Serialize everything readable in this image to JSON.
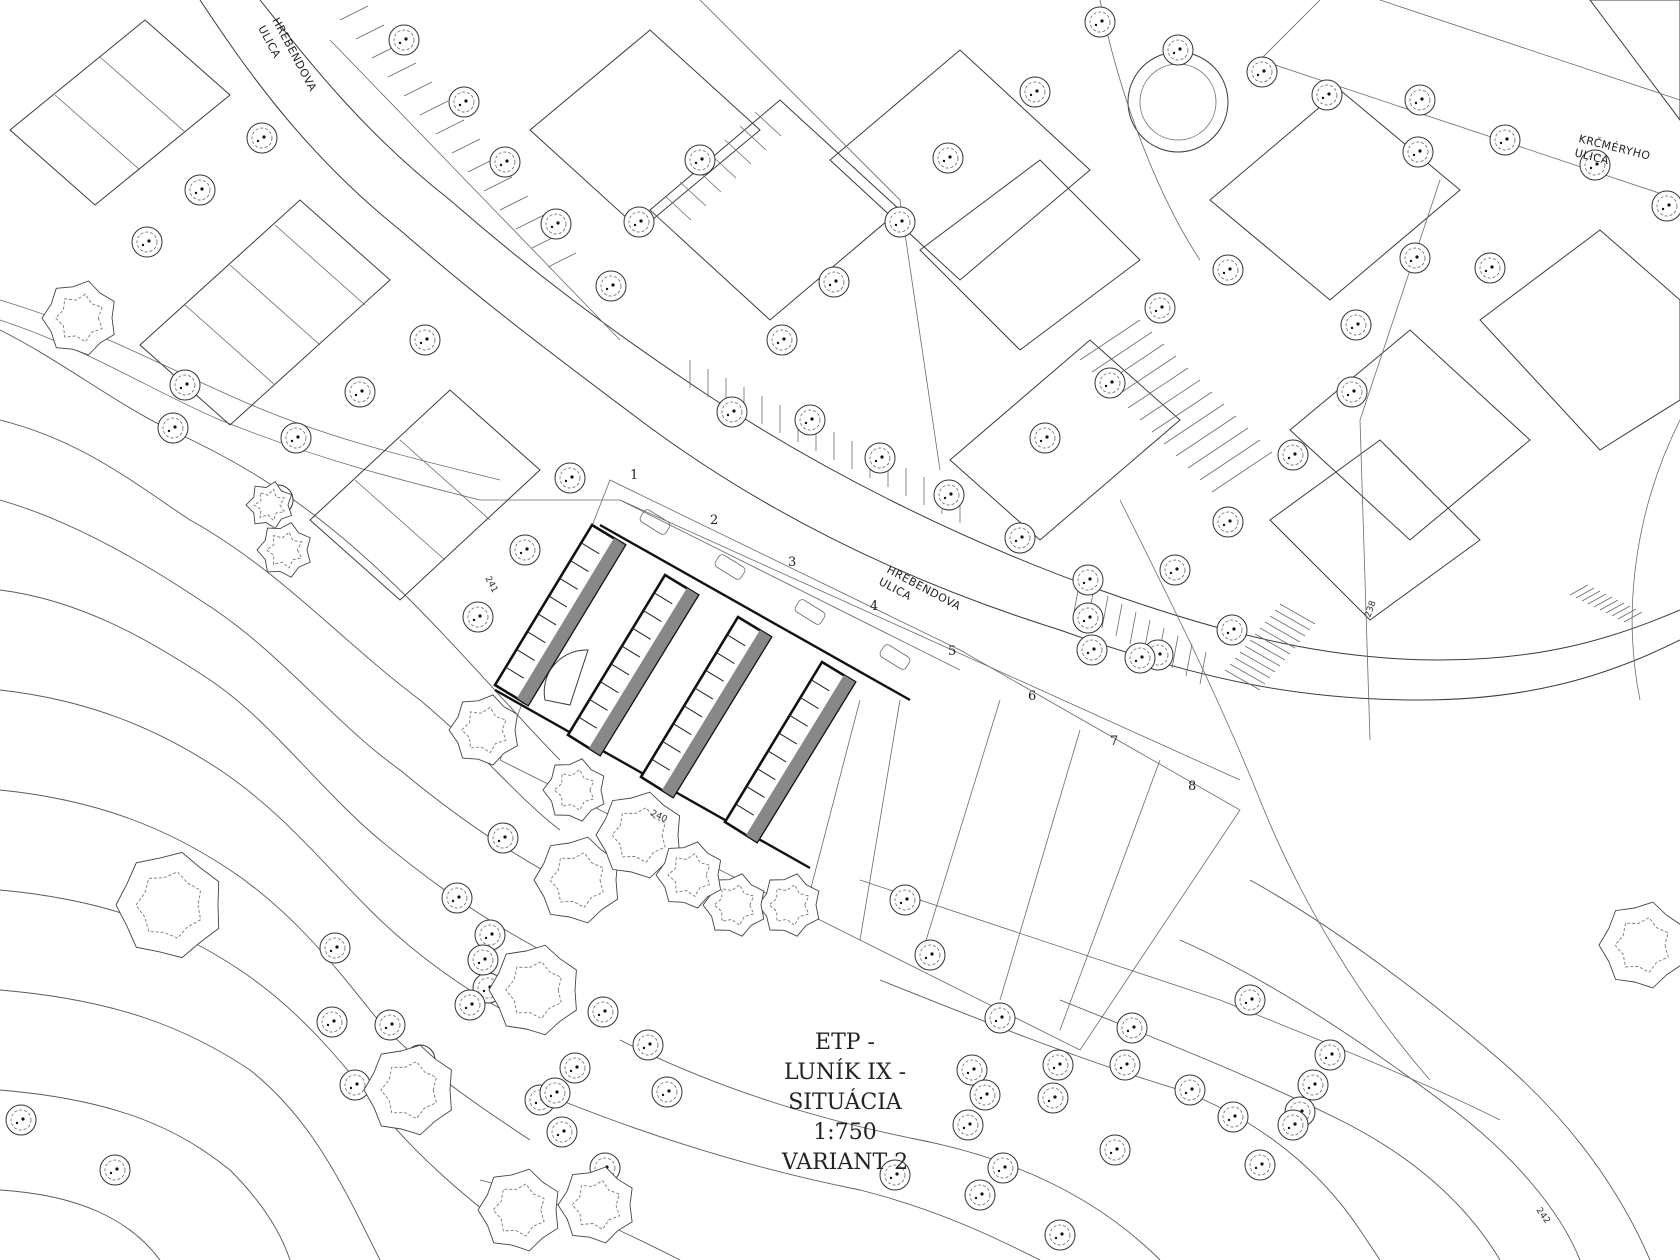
{
  "title_block": {
    "line1": "ETP -",
    "line2": "LUNÍK IX -",
    "line3": "SITUÁCIA",
    "scale": "1:750",
    "variant": "VARIANT 2"
  },
  "streets": {
    "hrebendova_top": "HREBENDOVA ULICA",
    "hrebendova_mid": "HREBENDOVA ULICA",
    "krcmeryho": "KRČMÉRYHO ULICA"
  },
  "parcel_numbers": [
    "1",
    "2",
    "3",
    "4",
    "5",
    "6",
    "7",
    "8"
  ],
  "elevations": [
    "241",
    "238",
    "240",
    "242"
  ],
  "colors": {
    "line": "#3c3c3c",
    "background": "#ffffff"
  }
}
